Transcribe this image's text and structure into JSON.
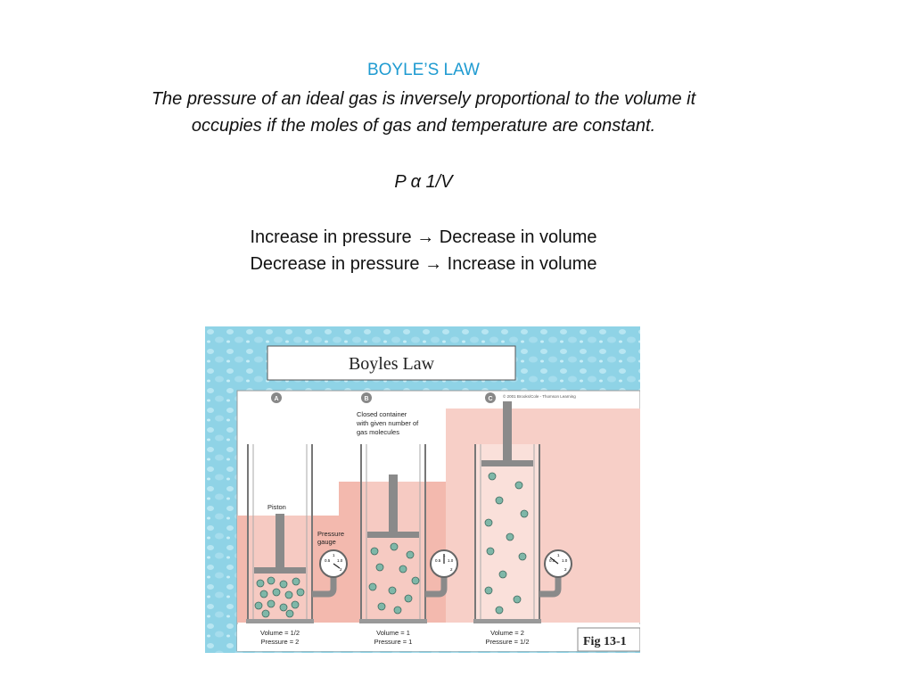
{
  "title": "BOYLE’S LAW",
  "statement_line1": "The pressure of an ideal gas is inversely proportional to the volume it",
  "statement_line2": "occupies if the moles of gas and temperature are constant.",
  "formula": "P α  1/V",
  "relations": [
    {
      "left": "Increase in pressure",
      "arrow": "→",
      "right": "Decrease in volume"
    },
    {
      "left": "Decrease in pressure",
      "arrow": "→",
      "right": "Increase in volume"
    }
  ],
  "figure": {
    "title": "Boyles Law",
    "copyright": "© 2001 Brooks/Cole - Thomson Learning",
    "callout": [
      "Closed container",
      "with given number of",
      "gas molecules"
    ],
    "piston_label": "Piston",
    "gauge_label": [
      "Pressure",
      "gauge"
    ],
    "fig_label": "Fig 13-1",
    "gauge_ticks": [
      "0.5",
      "1.0",
      "1",
      "2"
    ],
    "panels": [
      {
        "letter": "A",
        "volume": "Volume = 1/2",
        "pressure": "Pressure = 2"
      },
      {
        "letter": "B",
        "volume": "Volume = 1",
        "pressure": "Pressure = 1"
      },
      {
        "letter": "C",
        "volume": "Volume = 2",
        "pressure": "Pressure = 1/2"
      }
    ],
    "colors": {
      "water": "#8fd3e6",
      "pink": "#eea79c",
      "pink_light": "#f6ccc4",
      "gas": "#7fb7a8",
      "piston": "#8a8a8a"
    }
  }
}
